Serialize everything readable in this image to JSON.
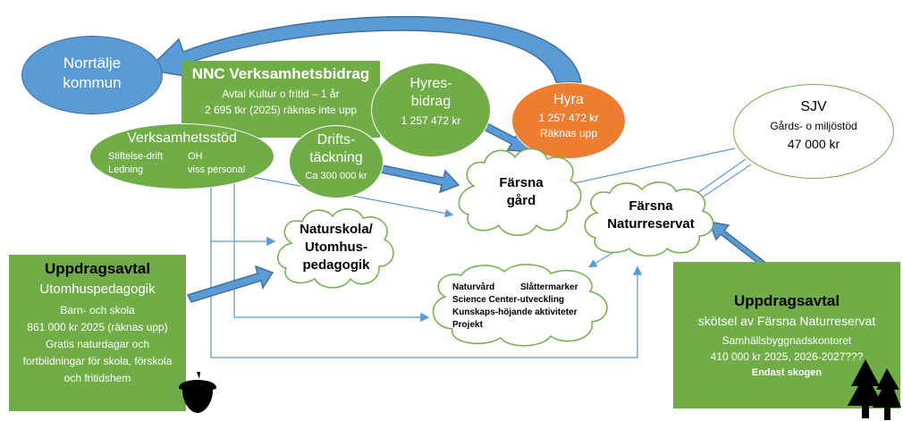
{
  "norrtalje": {
    "line1": "Norrtälje",
    "line2": "kommun"
  },
  "nnc": {
    "title": "NNC Verksamhetsbidrag",
    "line1": "Avtal Kultur o fritid – 1 år",
    "line2": "2 695 tkr (2025) räknas inte upp"
  },
  "hyresbidrag": {
    "line1": "Hyres-",
    "line2": "bidrag",
    "amount": "1 257 472 kr"
  },
  "hyra": {
    "title": "Hyra",
    "amount": "1 257 472 kr",
    "note": "Räknas upp"
  },
  "verksamhetsstod": {
    "title": "Verksamhetsstöd",
    "item1": "Stiftelse-drift",
    "item2": "OH",
    "item3": "Ledning",
    "item4": "viss personal"
  },
  "driftstackning": {
    "line1": "Drifts-",
    "line2": "täckning",
    "amount": "Ca 300 000 kr"
  },
  "sjv": {
    "title": "SJV",
    "line1": "Gårds- o miljöstöd",
    "amount": "47 000 kr"
  },
  "farsna_gard": {
    "line1": "Färsna",
    "line2": "gård"
  },
  "farsna_reservat": {
    "line1": "Färsna",
    "line2": "Naturreservat"
  },
  "naturskola": {
    "line1": "Naturskola/",
    "line2": "Utomhus-",
    "line3": "pedagogik"
  },
  "activities": {
    "item1": "Naturvård",
    "item2": "Slåttermarker",
    "item3": "Science Center-utveckling",
    "item4": "Kunskaps-höjande aktiviteter",
    "item5": "Projekt"
  },
  "uppdrag_left": {
    "title": "Uppdragsavtal",
    "subtitle": "Utomhuspedagogik",
    "line1": "Barn- och skola",
    "line2": "861 000 kr 2025 (räknas upp)",
    "line3": "Gratis naturdagar och",
    "line4": "fortbildningar för skola, förskola",
    "line5": "och fritidshem"
  },
  "uppdrag_right": {
    "title": "Uppdragsavtal",
    "subtitle": "skötsel av Färsna Naturreservat",
    "line1": "Samhällsbyggnadskontoret",
    "line2": "410 000 kr 2025, 2026-2027???",
    "line3": "Endast skogen"
  },
  "colors": {
    "green": "#70ad47",
    "blue": "#5b9bd5",
    "orange": "#ed7d31",
    "arrow_fill": "#5b9bd5",
    "arrow_stroke": "#41719c"
  },
  "icons": [
    "acorn-icon",
    "tree-icon"
  ]
}
